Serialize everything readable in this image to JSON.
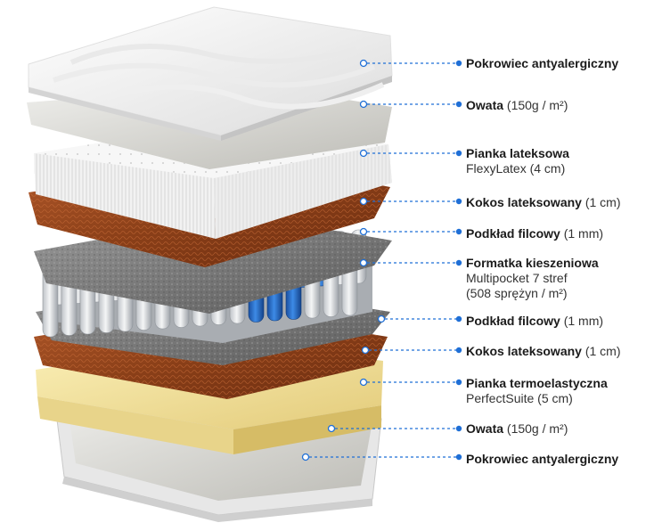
{
  "accent": "#1f6fd6",
  "layers": [
    {
      "title": "Pokrowiec antyalergiczny",
      "detail": "",
      "sub1": "",
      "sub2": ""
    },
    {
      "title": "Owata",
      "detail": "(150g / m²)",
      "sub1": "",
      "sub2": ""
    },
    {
      "title": "Pianka lateksowa",
      "detail": "",
      "sub1": "FlexyLatex (4 cm)",
      "sub2": ""
    },
    {
      "title": "Kokos lateksowany",
      "detail": "(1 cm)",
      "sub1": "",
      "sub2": ""
    },
    {
      "title": "Podkład filcowy",
      "detail": "(1 mm)",
      "sub1": "",
      "sub2": ""
    },
    {
      "title": "Formatka kieszeniowa",
      "detail": "",
      "sub1": "Multipocket 7 stref",
      "sub2": "(508 sprężyn / m²)"
    },
    {
      "title": "Podkład filcowy",
      "detail": "(1 mm)",
      "sub1": "",
      "sub2": ""
    },
    {
      "title": "Kokos lateksowany",
      "detail": "(1 cm)",
      "sub1": "",
      "sub2": ""
    },
    {
      "title": "Pianka termoelastyczna",
      "detail": "",
      "sub1": "PerfectSuite (5 cm)",
      "sub2": ""
    },
    {
      "title": "Owata",
      "detail": "(150g / m²)",
      "sub1": "",
      "sub2": ""
    },
    {
      "title": "Pokrowiec antyalergiczny",
      "detail": "",
      "sub1": "",
      "sub2": ""
    }
  ]
}
